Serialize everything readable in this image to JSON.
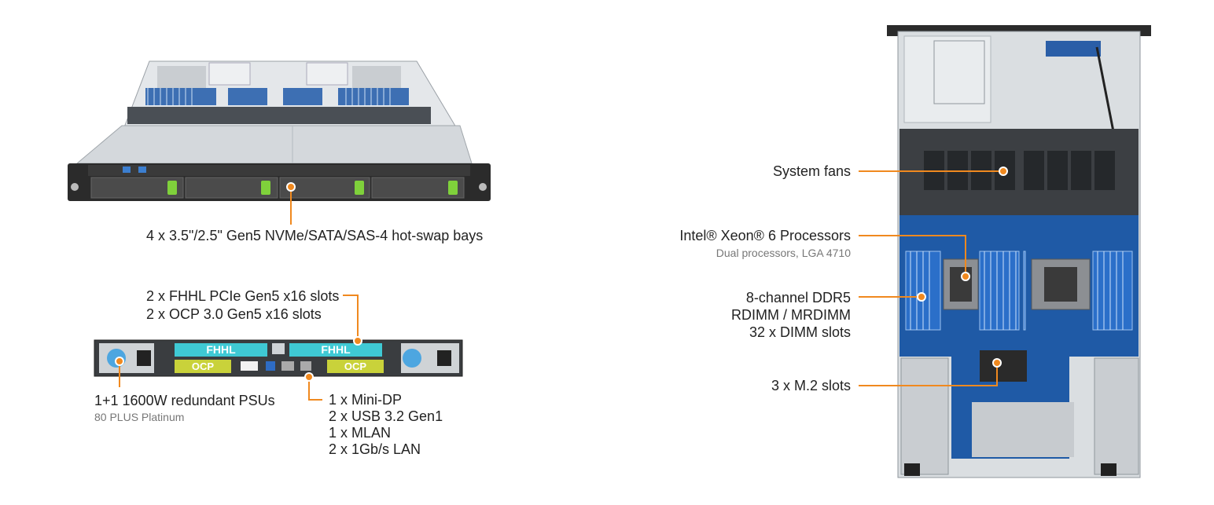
{
  "front": {
    "bays_label": "4 x 3.5\"/2.5\" Gen5 NVMe/SATA/SAS-4 hot-swap bays"
  },
  "rear": {
    "slots_line1": "2 x FHHL PCIe Gen5 x16 slots",
    "slots_line2": "2 x OCP 3.0 Gen5 x16 slots",
    "fhhl_label": "FHHL",
    "ocp_label": "OCP",
    "psu_label": "1+1 1600W  redundant PSUs",
    "psu_sub": "80 PLUS Platinum",
    "io_line1": "1 x Mini-DP",
    "io_line2": "2 x USB 3.2 Gen1",
    "io_line3": "1 x MLAN",
    "io_line4": "2 x 1Gb/s LAN"
  },
  "top": {
    "fans_label": "System fans",
    "cpu_label": "Intel® Xeon® 6 Processors",
    "cpu_sub": "Dual processors, LGA 4710",
    "dimm_line1": "8-channel DDR5",
    "dimm_line2": "RDIMM / MRDIMM",
    "dimm_line3": "32 x DIMM slots",
    "m2_label": "3 x M.2 slots"
  },
  "colors": {
    "accent": "#f0891f",
    "board": "#1f5aa6",
    "fhhl": "#3fc9d4",
    "ocp": "#c9d23a",
    "chassis": "#d9dde0",
    "bezel": "#2a2a2a"
  }
}
